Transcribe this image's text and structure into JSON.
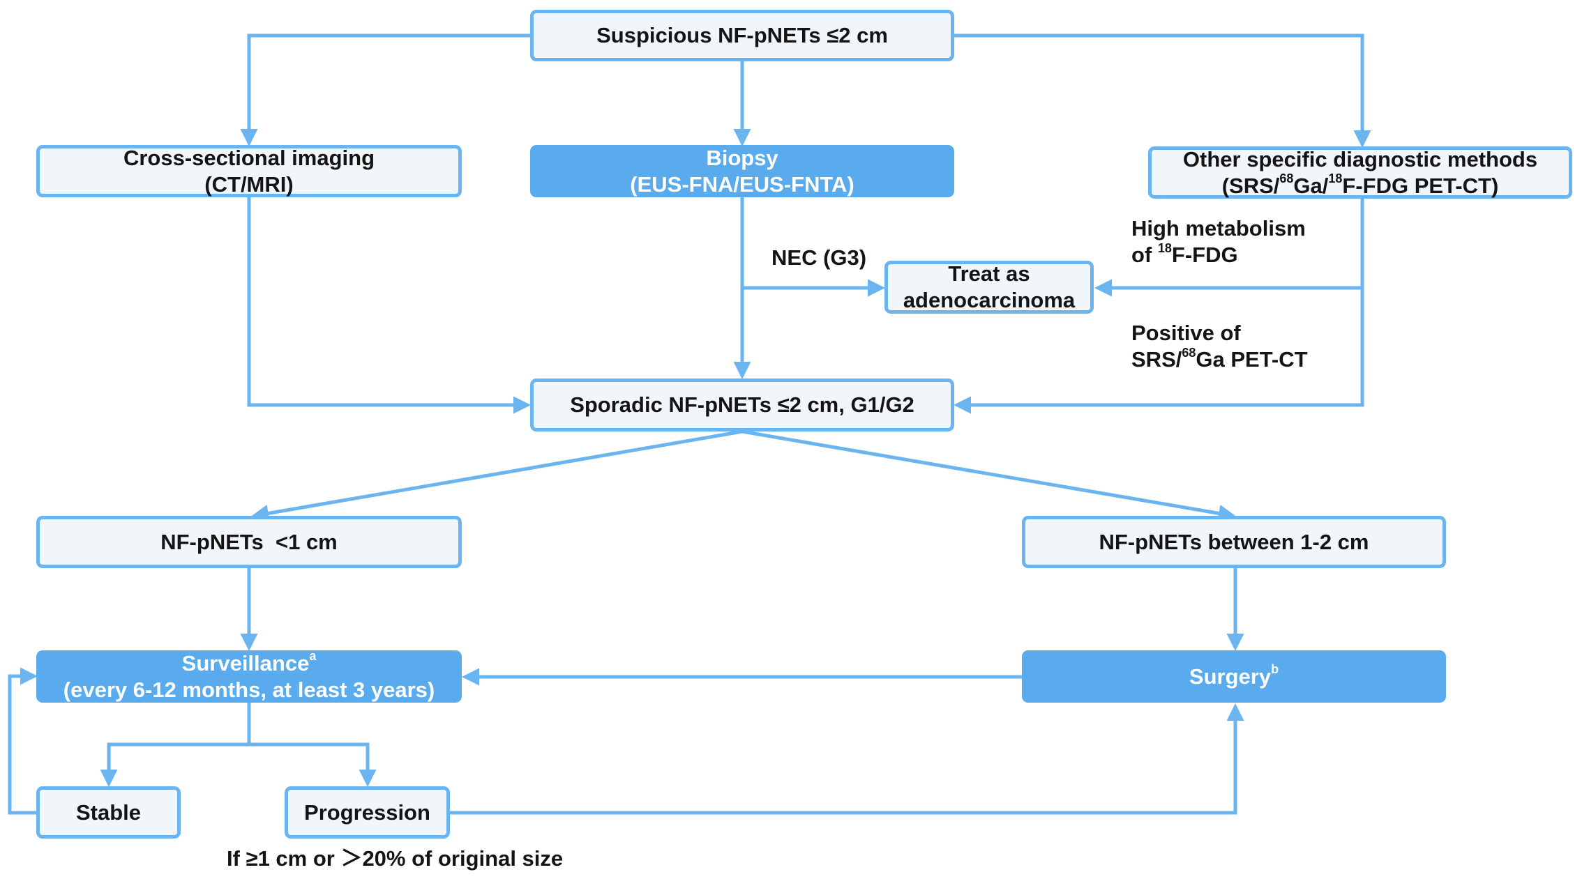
{
  "nodes": {
    "suspicious": {
      "label": "Suspicious NF-pNETs ≤2 cm"
    },
    "imaging": {
      "line1": "Cross-sectional imaging",
      "line2": "(CT/MRI)"
    },
    "biopsy": {
      "line1": "Biopsy",
      "line2": "(EUS-FNA/EUS-FNTA)"
    },
    "other": {
      "line1": "Other specific diagnostic methods",
      "line2_a": "(SRS/",
      "sup1": "68",
      "line2_b": "Ga/",
      "sup2": "18",
      "line2_c": "F-FDG PET-CT)"
    },
    "adeno": {
      "line1": "Treat as",
      "line2": "adenocarcinoma"
    },
    "sporadic": {
      "label": "Sporadic NF-pNETs ≤2 cm, G1/G2"
    },
    "small": {
      "label": "NF-pNETs  <1 cm"
    },
    "medium": {
      "label": "NF-pNETs between 1-2 cm"
    },
    "surveillance": {
      "line1": "Surveillance",
      "sup": "a",
      "line2": "(every 6-12 months, at least 3 years)"
    },
    "surgery": {
      "label": "Surgery",
      "sup": "b"
    },
    "stable": {
      "label": "Stable"
    },
    "progression": {
      "label": "Progression"
    }
  },
  "edge_labels": {
    "nec": "NEC (G3)",
    "high_metabolism": {
      "line1": "High metabolism",
      "line2_a": "of ",
      "sup": "18",
      "line2_b": "F-FDG"
    },
    "positive": {
      "line1": "Positive of",
      "line2_a": "SRS/",
      "sup": "68",
      "line2_b": "Ga PET-CT"
    },
    "progression_criteria": "If ≥1 cm or ＞20% of original size"
  },
  "colors": {
    "line": "#6ab4ef",
    "box_fill": "#f1f6fb",
    "box_filled": "#5aabed"
  }
}
